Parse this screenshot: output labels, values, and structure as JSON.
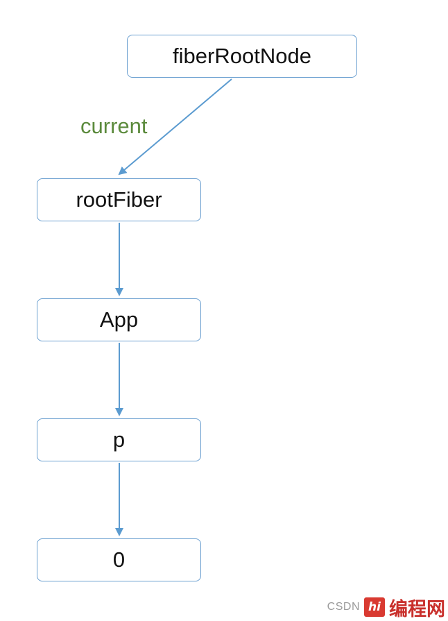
{
  "nodes": {
    "fiber_root_node": "fiberRootNode",
    "root_fiber": "rootFiber",
    "app": "App",
    "p": "p",
    "zero": "0"
  },
  "edge_labels": {
    "current": "current"
  },
  "colors": {
    "node_border": "#6a9fd0",
    "edge": "#5b9bd0",
    "edge_label": "#5b8a3c"
  },
  "watermark": {
    "source": "CSDN",
    "logo": "编程网",
    "logo_mark": "hi"
  }
}
